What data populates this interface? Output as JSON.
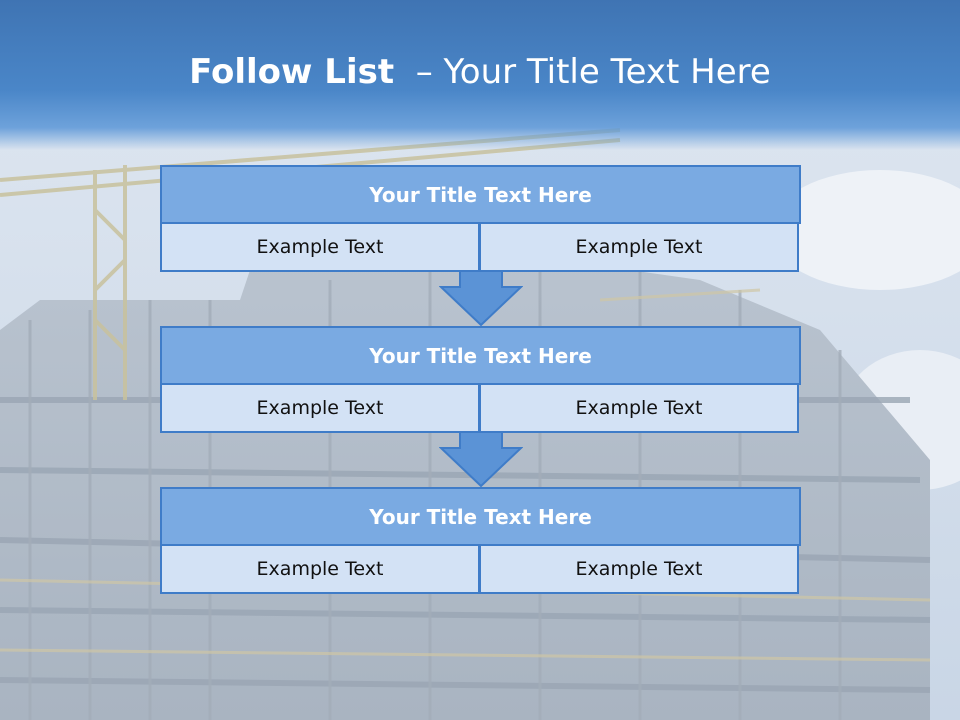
{
  "slide": {
    "title_bold": "Follow List",
    "title_rest": "– Your Title Text Here"
  },
  "steps": [
    {
      "title": "Your Title Text Here",
      "cells": [
        "Example Text",
        "Example Text"
      ]
    },
    {
      "title": "Your Title Text Here",
      "cells": [
        "Example Text",
        "Example Text"
      ]
    },
    {
      "title": "Your Title Text Here",
      "cells": [
        "Example Text",
        "Example Text"
      ]
    }
  ],
  "colors": {
    "header": "#3f74b3",
    "box_fill": "#7aaae2",
    "box_border": "#3f7cc8",
    "cell_fill": "#d3e2f5",
    "arrow_fill": "#5b93d6"
  }
}
